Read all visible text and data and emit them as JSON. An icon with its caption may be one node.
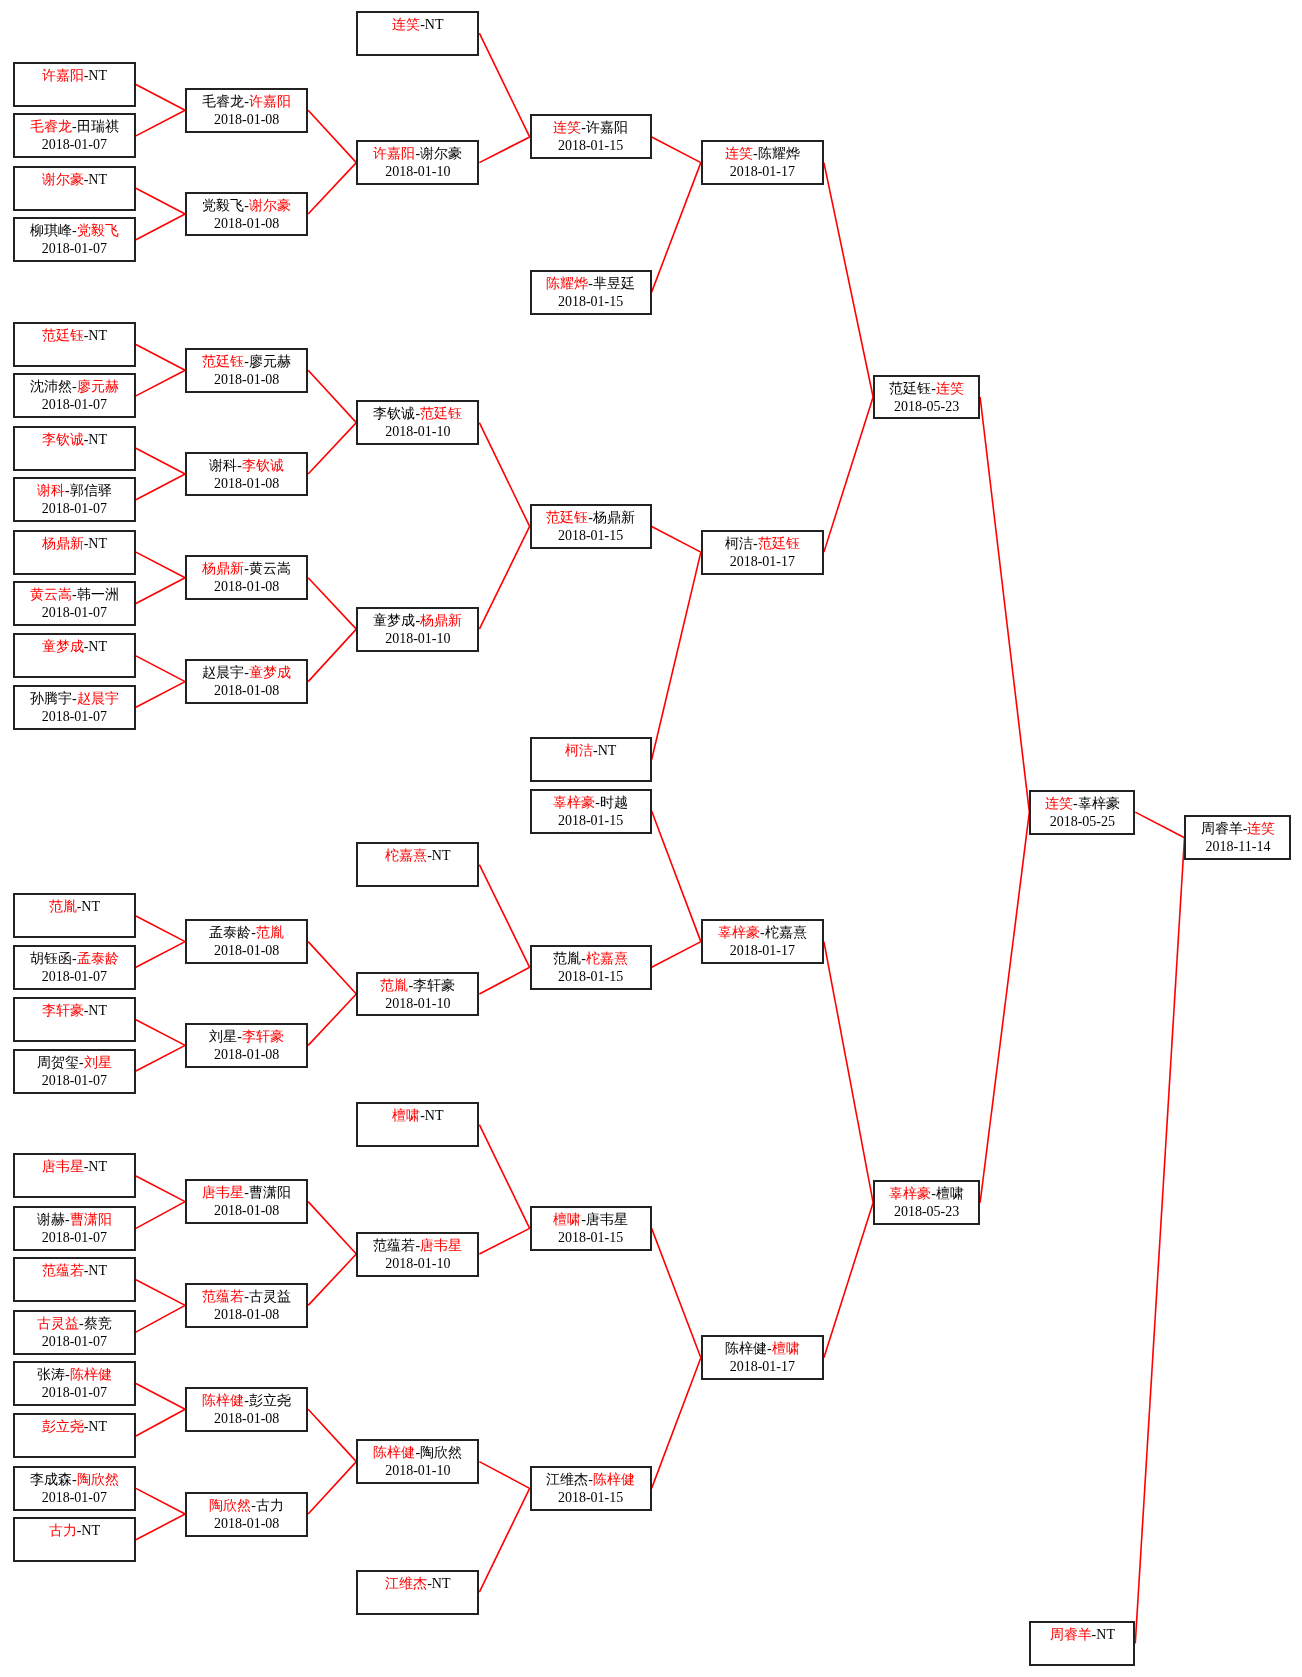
{
  "diagram": {
    "nodes": [
      {
        "text": [
          "许嘉阳-NT"
        ]
      },
      {
        "text": [
          "毛睿龙-田瑞祺",
          "2018-01-07"
        ]
      },
      {
        "text": [
          "谢尔豪-NT"
        ]
      },
      {
        "text": [
          "柳琪峰-党毅飞",
          "2018-01-07"
        ]
      },
      {
        "text": [
          "范廷钰-NT"
        ]
      },
      {
        "text": [
          "沈沛然-廖元赫",
          "2018-01-07"
        ]
      },
      {
        "text": [
          "李钦诚-NT"
        ]
      },
      {
        "text": [
          "谢科-郭信驿",
          "2018-01-07"
        ]
      },
      {
        "text": [
          "杨鼎新-NT"
        ]
      },
      {
        "text": [
          "黄云嵩-韩一洲",
          "2018-01-07"
        ]
      },
      {
        "text": [
          "童梦成-NT"
        ]
      },
      {
        "text": [
          "孙腾宇-赵晨宇",
          "2018-01-07"
        ]
      },
      {
        "text": [
          "范胤-NT"
        ]
      },
      {
        "text": [
          "胡钰函-孟泰龄",
          "2018-01-07"
        ]
      },
      {
        "text": [
          "李轩豪-NT"
        ]
      },
      {
        "text": [
          "周贺玺-刘星",
          "2018-01-07"
        ]
      },
      {
        "text": [
          "唐韦星-NT"
        ]
      },
      {
        "text": [
          "谢赫-曹潇阳",
          "2018-01-07"
        ]
      },
      {
        "text": [
          "范蕴若-NT"
        ]
      },
      {
        "text": [
          "古灵益-蔡竞",
          "2018-01-07"
        ]
      },
      {
        "text": [
          "张涛-陈梓健",
          "2018-01-07"
        ]
      },
      {
        "text": [
          "彭立尧-NT"
        ]
      },
      {
        "text": [
          "李成森-陶欣然",
          "2018-01-07"
        ]
      },
      {
        "text": [
          "古力-NT"
        ]
      },
      {
        "text": [
          "毛睿龙-许嘉阳",
          "2018-01-08"
        ]
      },
      {
        "text": [
          "党毅飞-谢尔豪",
          "2018-01-08"
        ]
      },
      {
        "text": [
          "范廷钰-廖元赫",
          "2018-01-08"
        ]
      },
      {
        "text": [
          "谢科-李钦诚",
          "2018-01-08"
        ]
      },
      {
        "text": [
          "杨鼎新-黄云嵩",
          "2018-01-08"
        ]
      },
      {
        "text": [
          "赵晨宇-童梦成",
          "2018-01-08"
        ]
      },
      {
        "text": [
          "孟泰龄-范胤",
          "2018-01-08"
        ]
      },
      {
        "text": [
          "刘星-李轩豪",
          "2018-01-08"
        ]
      },
      {
        "text": [
          "唐韦星-曹潇阳",
          "2018-01-08"
        ]
      },
      {
        "text": [
          "范蕴若-古灵益",
          "2018-01-08"
        ]
      },
      {
        "text": [
          "陈梓健-彭立尧",
          "2018-01-08"
        ]
      },
      {
        "text": [
          "陶欣然-古力",
          "2018-01-08"
        ]
      },
      {
        "text": [
          "连笑-NT"
        ]
      },
      {
        "text": [
          "许嘉阳-谢尔豪",
          "2018-01-10"
        ]
      },
      {
        "text": [
          "李钦诚-范廷钰",
          "2018-01-10"
        ]
      },
      {
        "text": [
          "童梦成-杨鼎新",
          "2018-01-10"
        ]
      },
      {
        "text": [
          "柁嘉熹-NT"
        ]
      },
      {
        "text": [
          "范胤-李轩豪",
          "2018-01-10"
        ]
      },
      {
        "text": [
          "檀啸-NT"
        ]
      },
      {
        "text": [
          "范蕴若-唐韦星",
          "2018-01-10"
        ]
      },
      {
        "text": [
          "陈梓健-陶欣然",
          "2018-01-10"
        ]
      },
      {
        "text": [
          "江维杰-NT"
        ]
      },
      {
        "text": [
          "连笑-许嘉阳",
          "2018-01-15"
        ]
      },
      {
        "text": [
          "陈耀烨-芈昱廷",
          "2018-01-15"
        ]
      },
      {
        "text": [
          "范廷钰-杨鼎新",
          "2018-01-15"
        ]
      },
      {
        "text": [
          "柯洁-NT"
        ]
      },
      {
        "text": [
          "辜梓豪-时越",
          "2018-01-15"
        ]
      },
      {
        "text": [
          "范胤-柁嘉熹",
          "2018-01-15"
        ]
      },
      {
        "text": [
          "檀啸-唐韦星",
          "2018-01-15"
        ]
      },
      {
        "text": [
          "江维杰-陈梓健",
          "2018-01-15"
        ]
      },
      {
        "text": [
          "连笑-陈耀烨",
          "2018-01-17"
        ]
      },
      {
        "text": [
          "柯洁-范廷钰",
          "2018-01-17"
        ]
      },
      {
        "text": [
          "辜梓豪-柁嘉熹",
          "2018-01-17"
        ]
      },
      {
        "text": [
          "陈梓健-檀啸",
          "2018-01-17"
        ]
      },
      {
        "text": [
          "范廷钰-连笑",
          "2018-05-23"
        ]
      },
      {
        "text": [
          "辜梓豪-檀啸",
          "2018-05-23"
        ]
      },
      {
        "text": [
          "连笑-辜梓豪",
          "2018-05-25"
        ]
      },
      {
        "text": [
          "周睿羊-NT"
        ]
      },
      {
        "text": [
          "周睿羊-连笑",
          "2018-11-14"
        ]
      }
    ],
    "edges": [
      {
        "from": 0,
        "to": 24,
        "arrow": "none"
      },
      {
        "from": 1,
        "to": 24,
        "arrow": "none"
      },
      {
        "from": 2,
        "to": 25,
        "arrow": "none"
      },
      {
        "from": 3,
        "to": 25,
        "arrow": "none"
      },
      {
        "from": 4,
        "to": 26,
        "arrow": "none"
      },
      {
        "from": 5,
        "to": 26,
        "arrow": "none"
      },
      {
        "from": 6,
        "to": 27,
        "arrow": "none"
      },
      {
        "from": 7,
        "to": 27,
        "arrow": "none"
      },
      {
        "from": 8,
        "to": 28,
        "arrow": "none"
      },
      {
        "from": 9,
        "to": 28,
        "arrow": "none"
      },
      {
        "from": 10,
        "to": 29,
        "arrow": "none"
      },
      {
        "from": 11,
        "to": 29,
        "arrow": "none"
      },
      {
        "from": 12,
        "to": 30,
        "arrow": "none"
      },
      {
        "from": 13,
        "to": 30,
        "arrow": "none"
      },
      {
        "from": 14,
        "to": 31,
        "arrow": "none"
      },
      {
        "from": 15,
        "to": 31,
        "arrow": "none"
      },
      {
        "from": 16,
        "to": 32,
        "arrow": "none"
      },
      {
        "from": 17,
        "to": 32,
        "arrow": "none"
      },
      {
        "from": 18,
        "to": 33,
        "arrow": "none"
      },
      {
        "from": 19,
        "to": 33,
        "arrow": "none"
      },
      {
        "from": 20,
        "to": 34,
        "arrow": "none"
      },
      {
        "from": 21,
        "to": 34,
        "arrow": "none"
      },
      {
        "from": 22,
        "to": 35,
        "arrow": "none"
      },
      {
        "from": 23,
        "to": 35,
        "arrow": "none"
      },
      {
        "from": 24,
        "to": 37,
        "arrow": "none"
      },
      {
        "from": 25,
        "to": 37,
        "arrow": "none"
      },
      {
        "from": 26,
        "to": 38,
        "arrow": "none"
      },
      {
        "from": 27,
        "to": 38,
        "arrow": "none"
      },
      {
        "from": 28,
        "to": 39,
        "arrow": "none"
      },
      {
        "from": 29,
        "to": 39,
        "arrow": "none"
      },
      {
        "from": 30,
        "to": 41,
        "arrow": "none"
      },
      {
        "from": 31,
        "to": 41,
        "arrow": "none"
      },
      {
        "from": 32,
        "to": 43,
        "arrow": "none"
      },
      {
        "from": 33,
        "to": 43,
        "arrow": "none"
      },
      {
        "from": 34,
        "to": 44,
        "arrow": "none"
      },
      {
        "from": 35,
        "to": 44,
        "arrow": "none"
      },
      {
        "from": 36,
        "to": 46,
        "arrow": "none"
      },
      {
        "from": 37,
        "to": 46,
        "arrow": "none"
      },
      {
        "from": 38,
        "to": 48,
        "arrow": "none"
      },
      {
        "from": 39,
        "to": 48,
        "arrow": "none"
      },
      {
        "from": 40,
        "to": 51,
        "arrow": "none"
      },
      {
        "from": 41,
        "to": 51,
        "arrow": "none"
      },
      {
        "from": 42,
        "to": 52,
        "arrow": "none"
      },
      {
        "from": 43,
        "to": 52,
        "arrow": "none"
      },
      {
        "from": 44,
        "to": 53,
        "arrow": "none"
      },
      {
        "from": 45,
        "to": 53,
        "arrow": "none"
      },
      {
        "from": 46,
        "to": 54,
        "arrow": "none"
      },
      {
        "from": 47,
        "to": 54,
        "arrow": "none"
      },
      {
        "from": 48,
        "to": 55,
        "arrow": "none"
      },
      {
        "from": 49,
        "to": 55,
        "arrow": "none"
      },
      {
        "from": 50,
        "to": 56,
        "arrow": "none"
      },
      {
        "from": 51,
        "to": 56,
        "arrow": "none"
      },
      {
        "from": 52,
        "to": 57,
        "arrow": "none"
      },
      {
        "from": 53,
        "to": 57,
        "arrow": "none"
      },
      {
        "from": 54,
        "to": 58,
        "arrow": "none"
      },
      {
        "from": 55,
        "to": 58,
        "arrow": "none"
      },
      {
        "from": 56,
        "to": 59,
        "arrow": "none"
      },
      {
        "from": 57,
        "to": 59,
        "arrow": "none"
      },
      {
        "from": 58,
        "to": 60,
        "arrow": "none"
      },
      {
        "from": 59,
        "to": 60,
        "arrow": "none"
      },
      {
        "from": 60,
        "to": 62,
        "arrow": "none"
      },
      {
        "from": 61,
        "to": 62,
        "arrow": "none"
      }
    ]
  }
}
